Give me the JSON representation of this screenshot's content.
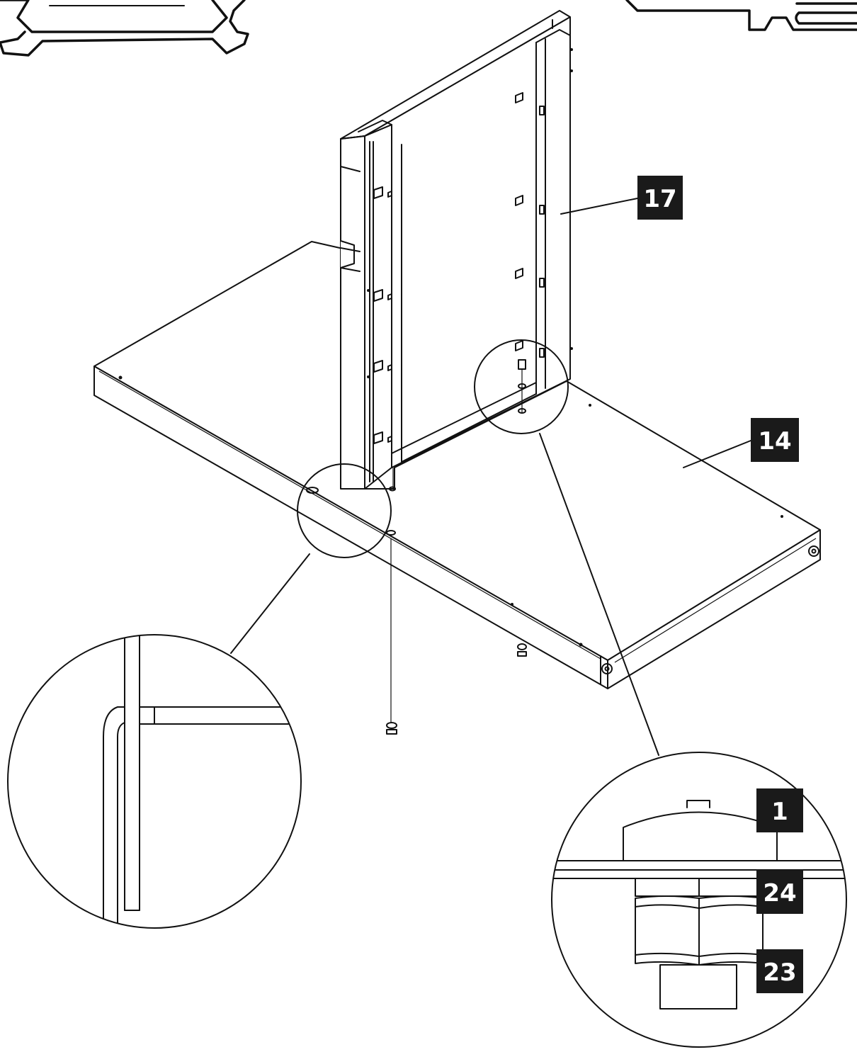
{
  "diagram": {
    "type": "assembly-instruction",
    "callouts": [
      {
        "id": "c17",
        "label": "17"
      },
      {
        "id": "c14",
        "label": "14"
      },
      {
        "id": "c1",
        "label": "1"
      },
      {
        "id": "c24",
        "label": "24"
      },
      {
        "id": "c23",
        "label": "23"
      }
    ],
    "tools": [
      "wrench-icon",
      "screwdriver-icon"
    ]
  }
}
